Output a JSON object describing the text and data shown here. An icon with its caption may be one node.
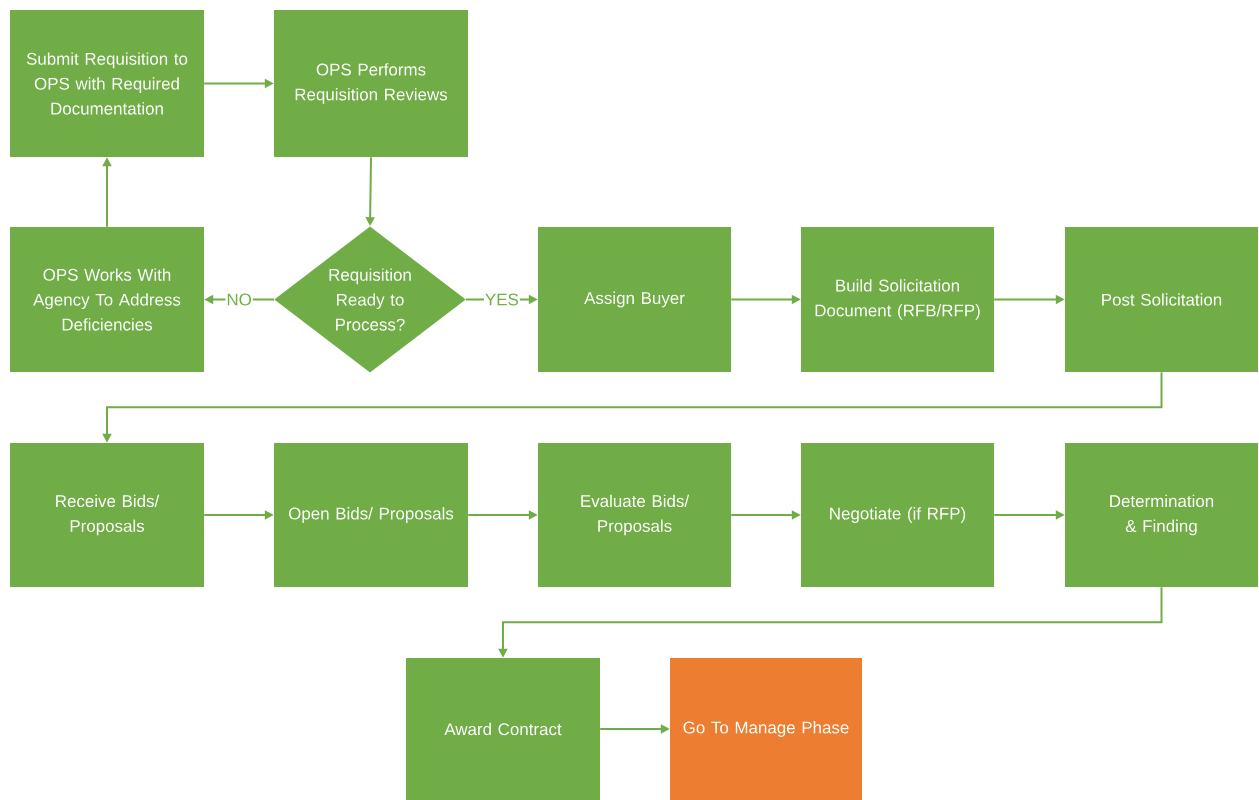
{
  "diagram": {
    "nodes": [
      {
        "text": [
          "Submit Requisition to OPS with Required Documentation"
        ]
      },
      {
        "text": [
          "OPS Performs Requisition Reviews"
        ]
      },
      {
        "text": [
          "OPS Works With Agency To Address Deficiencies"
        ]
      },
      {
        "text": [
          "Requisition Ready to Process?"
        ]
      },
      {
        "text": [
          "Assign Buyer"
        ]
      },
      {
        "text": [
          "Build Solicitation Document (RFB/RFP)"
        ]
      },
      {
        "text": [
          "Post Solicitation"
        ]
      },
      {
        "text": [
          "Receive Bids/ Proposals"
        ]
      },
      {
        "text": [
          "Open Bids/ Proposals"
        ]
      },
      {
        "text": [
          "Evaluate Bids/ Proposals"
        ]
      },
      {
        "text": [
          "Negotiate (if RFP)"
        ]
      },
      {
        "text": [
          "Determination & Finding"
        ]
      },
      {
        "text": [
          "Award Contract"
        ]
      },
      {
        "text": [
          "Go To Manage Phase"
        ]
      }
    ],
    "edges": [
      {
        "from": 0,
        "to": 1,
        "arrow": "to"
      },
      {
        "from": 1,
        "to": 3,
        "arrow": "to"
      },
      {
        "from": 3,
        "to": 2,
        "arrow": "to",
        "label": "NO"
      },
      {
        "from": 3,
        "to": 4,
        "arrow": "to",
        "label": "YES"
      },
      {
        "from": 2,
        "to": 0,
        "arrow": "to"
      },
      {
        "from": 4,
        "to": 5,
        "arrow": "to"
      },
      {
        "from": 5,
        "to": 6,
        "arrow": "to"
      },
      {
        "from": 6,
        "to": 7,
        "arrow": "to"
      },
      {
        "from": 7,
        "to": 8,
        "arrow": "to"
      },
      {
        "from": 8,
        "to": 9,
        "arrow": "to"
      },
      {
        "from": 9,
        "to": 10,
        "arrow": "to"
      },
      {
        "from": 10,
        "to": 11,
        "arrow": "to"
      },
      {
        "from": 11,
        "to": 12,
        "arrow": "to"
      },
      {
        "from": 12,
        "to": 13,
        "arrow": "to",
        "color": "#70ad47"
      }
    ]
  }
}
